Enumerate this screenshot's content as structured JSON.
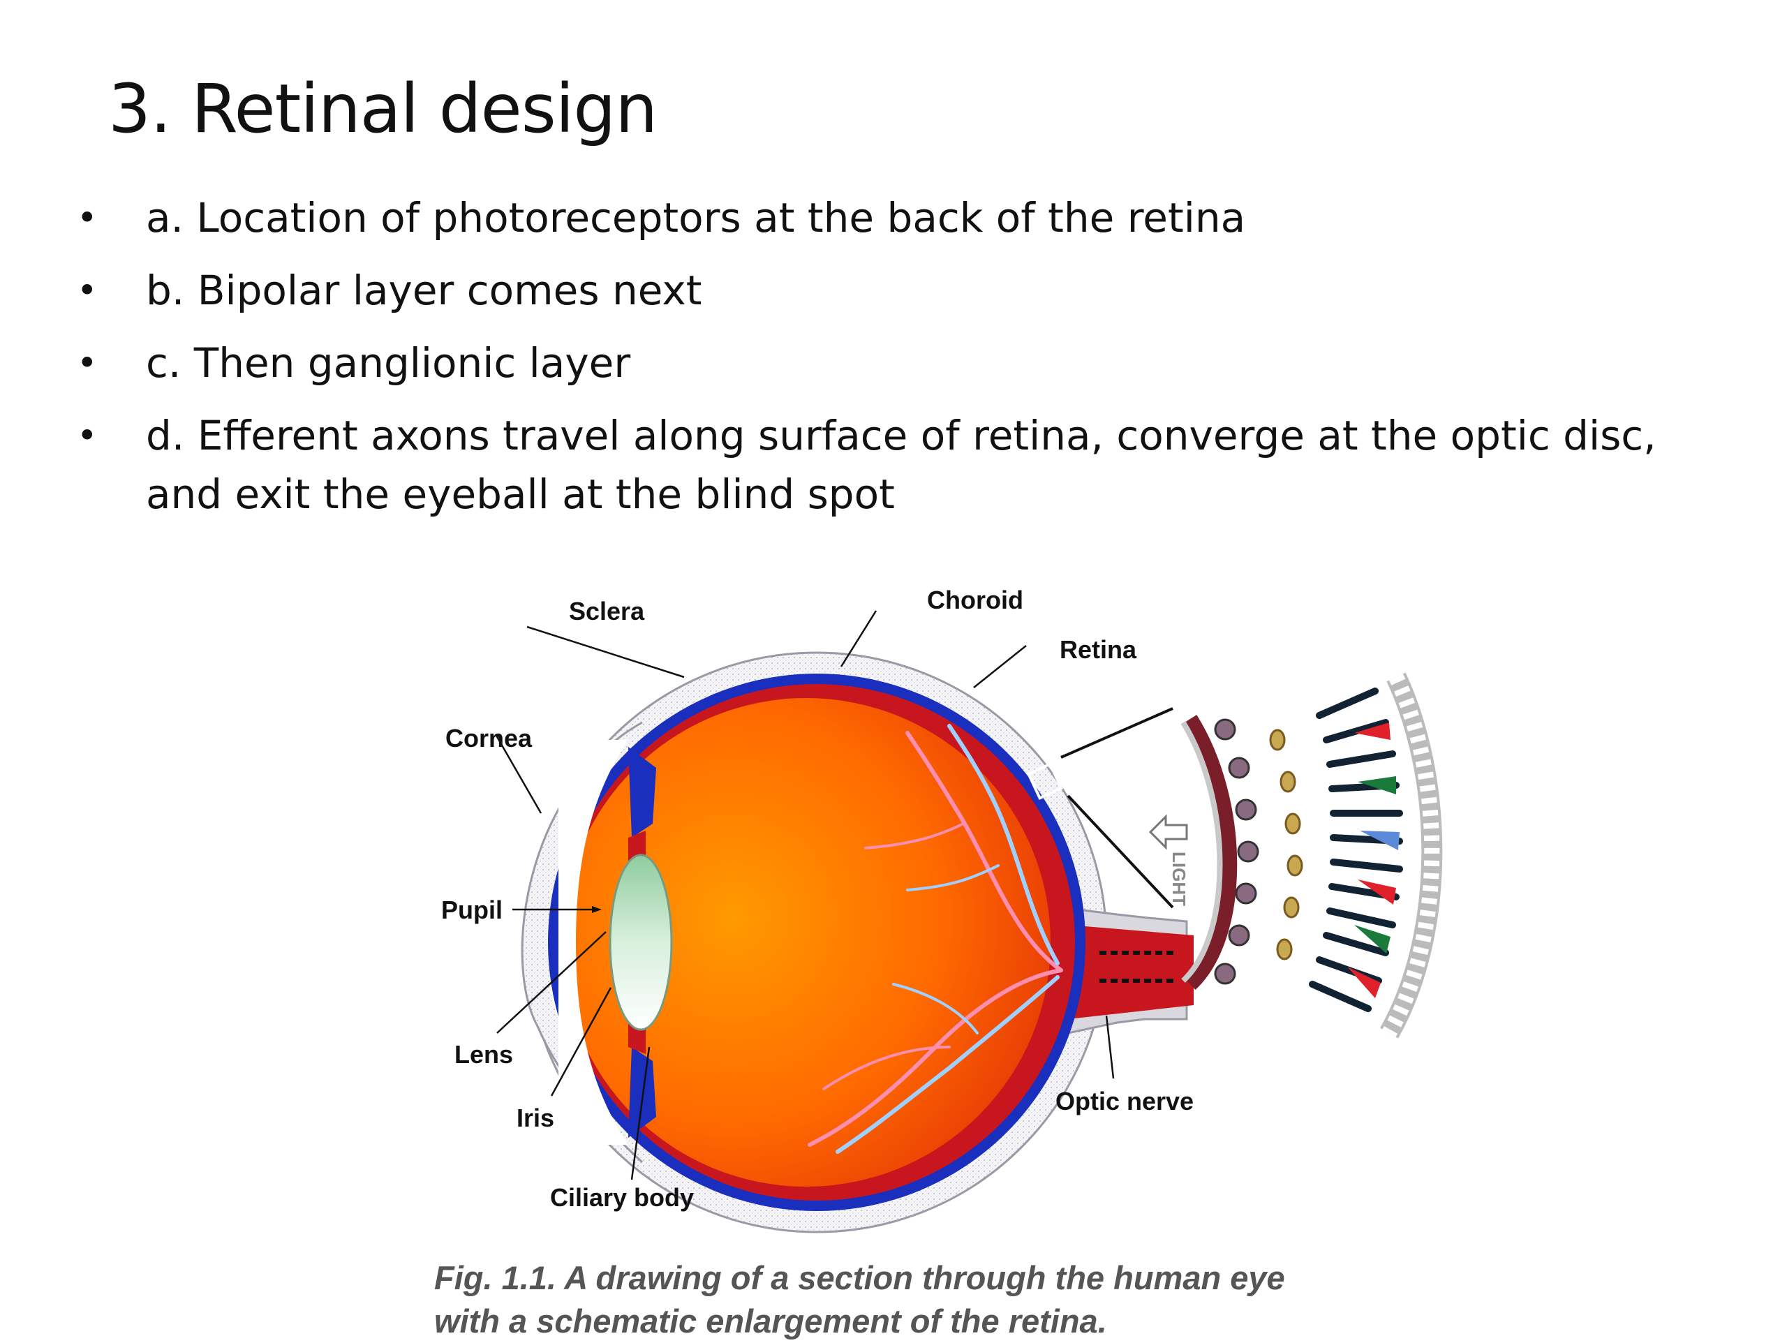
{
  "slide": {
    "title": "3.  Retinal design",
    "bullets": [
      {
        "text": "a.  Location of photoreceptors at the back of the retina"
      },
      {
        "text": "b.  Bipolar layer comes next"
      },
      {
        "text": "c.  Then ganglionic layer"
      },
      {
        "text": "d.  Efferent axons travel along surface of retina, converge at the optic disc, and exit the eyeball at the blind spot"
      }
    ]
  },
  "figure": {
    "labels": {
      "sclera": "Sclera",
      "choroid": "Choroid",
      "retina": "Retina",
      "cornea": "Cornea",
      "pupil": "Pupil",
      "lens": "Lens",
      "iris": "Iris",
      "ciliary_body": "Ciliary body",
      "optic_nerve": "Optic nerve",
      "light": "LIGHT"
    },
    "caption_line1": "Fig. 1.1. A drawing of a section through the human eye",
    "caption_line2": "with a schematic enlargement of the retina.",
    "colors": {
      "eye_interior": "#ff6a00",
      "retina_red": "#c8161e",
      "choroid_blue": "#1b2fbf",
      "lens_green": "#b9e0c2",
      "vessel_pink": "#ff8fb0",
      "vessel_blue": "#9fd0ff"
    }
  }
}
